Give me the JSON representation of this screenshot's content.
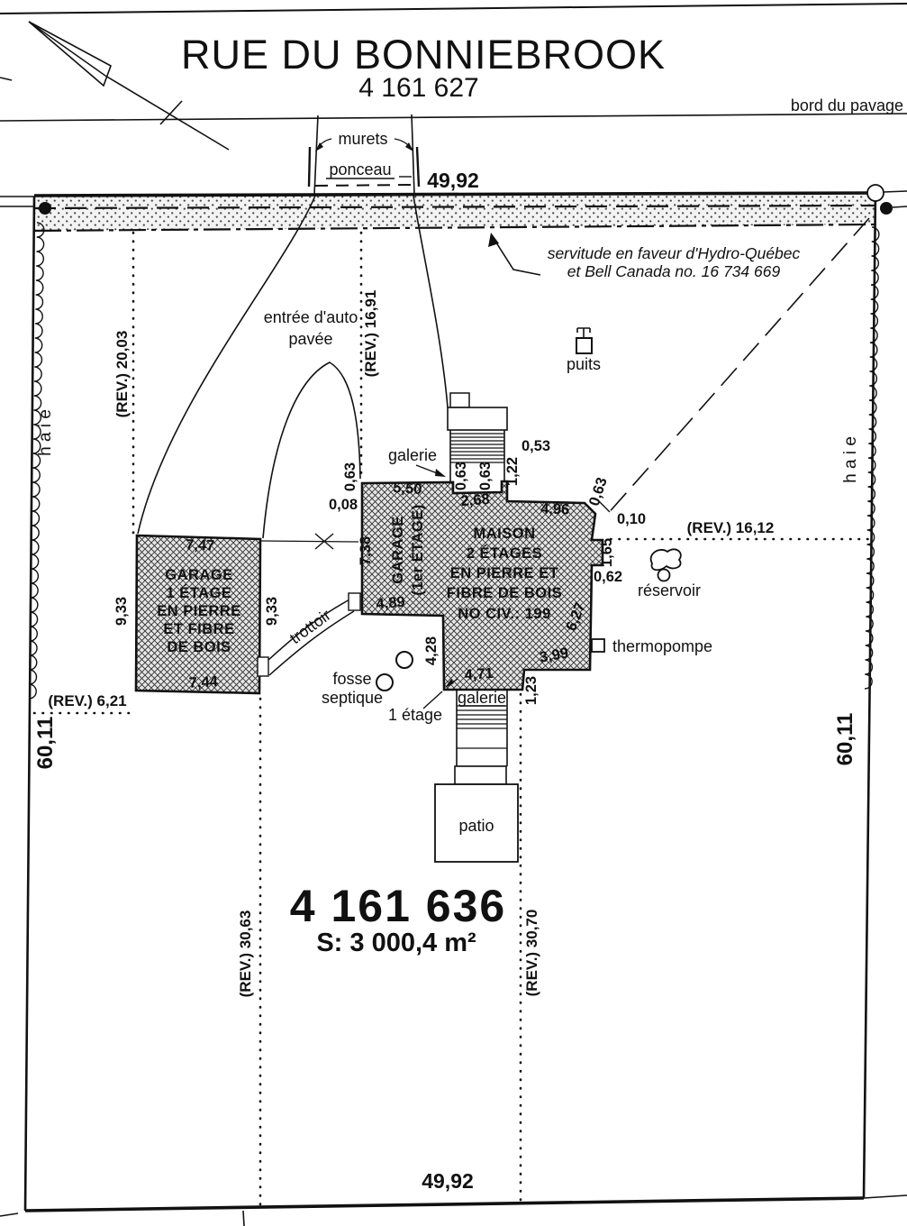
{
  "street": {
    "title": "RUE DU BONNIEBROOK",
    "lot_number": "4 161 627",
    "pavement_edge": "bord du pavage",
    "walls_label": "murets",
    "culvert_label": "ponceau",
    "front_width": "49,92"
  },
  "servitude": {
    "line1": "servitude en faveur d'Hydro-Québec",
    "line2": "et Bell Canada no. 16 734 669"
  },
  "driveway": {
    "line1": "entrée d'auto",
    "line2": "pavée",
    "sidewalk": "trottoir"
  },
  "rev": {
    "left_top": "(REV.) 20,03",
    "mid_top": "(REV.) 16,91",
    "right": "(REV.) 16,12",
    "left_bottom": "(REV.) 30,63",
    "mid_bottom": "(REV.) 30,70",
    "left_side": "(REV.) 6,21"
  },
  "sides": {
    "left_depth": "60,11",
    "right_depth": "60,11",
    "hedge_left": "h a i e",
    "hedge_right": "h a i e",
    "bottom_width": "49,92"
  },
  "parcel": {
    "number": "4 161 636",
    "area": "S: 3 000,4 m²"
  },
  "garage": {
    "line1": "GARAGE",
    "line2": "1 ÉTAGE",
    "line3": "EN PIERRE",
    "line4": "ET FIBRE",
    "line5": "DE BOIS",
    "dim_top": "7,47",
    "dim_bottom": "7,44",
    "dim_left": "9,33",
    "dim_right": "9,33"
  },
  "house": {
    "line1": "MAISON",
    "line2": "2 ÉTAGES",
    "line3": "EN PIERRE ET",
    "line4": "FIBRE DE BOIS",
    "line5": "NO CIV.: 199",
    "garage_line1": "GARAGE",
    "garage_line2": "(1er ÉTAGE)",
    "dims": {
      "d063a": "0,63",
      "d008": "0,08",
      "d550": "5,50",
      "d738": "7,38",
      "d489": "4,89",
      "d428": "4,28",
      "d471": "4,71",
      "d123": "1,23",
      "d399": "3,99",
      "d627": "6,27",
      "d496": "4,96",
      "d268": "2,68",
      "d063b": "0,63",
      "d063c": "0,63",
      "d122": "1,22",
      "d053": "0,53",
      "d063d": "0,63",
      "d010": "0,10",
      "d165": "1,65",
      "d062": "0,62"
    }
  },
  "features": {
    "puits": "puits",
    "reservoir": "réservoir",
    "thermopompe": "thermopompe",
    "fosse_line1": "fosse",
    "fosse_line2": "septique",
    "one_storey": "1 étage",
    "galerie_north": "galerie",
    "galerie_south": "galerie",
    "patio": "patio"
  },
  "colors": {
    "ink": "#111111",
    "paper": "#ffffff",
    "hatch_bg": "#e6e6e6",
    "band_bg": "#f3f3f3"
  }
}
